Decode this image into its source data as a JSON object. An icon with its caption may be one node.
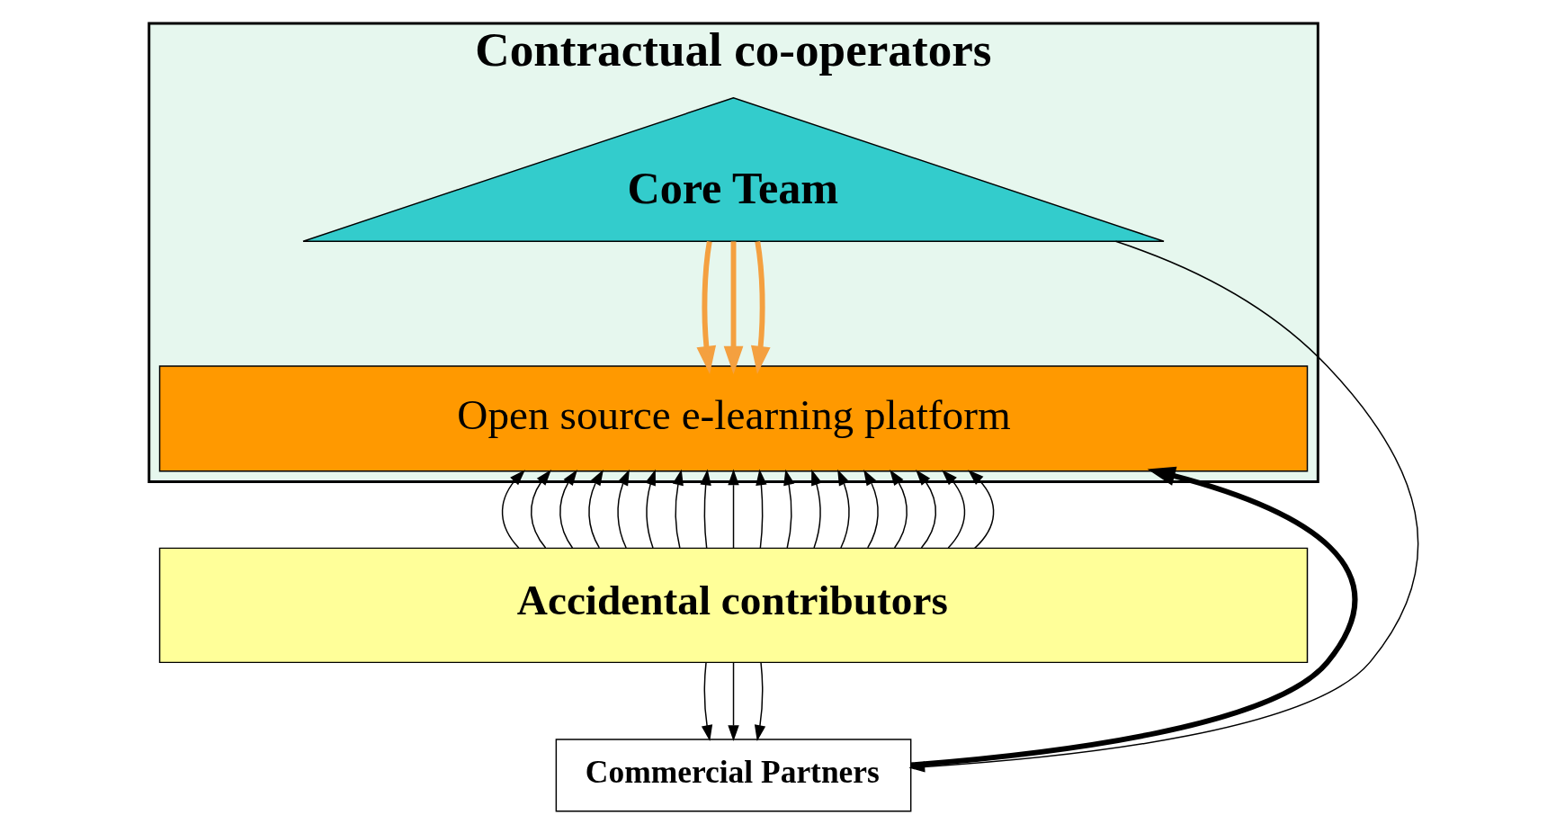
{
  "diagram": {
    "nodes": [
      {
        "text": [
          "Contractual co-operators"
        ]
      },
      {
        "text": [
          "Core Team"
        ],
        "in": 0
      },
      {
        "text": [
          "Open source e-learning platform"
        ],
        "in": 0
      },
      {
        "text": [
          "Accidental contributors"
        ]
      },
      {
        "text": [
          "Commercial Partners"
        ]
      }
    ],
    "edges": [
      {
        "from": 1,
        "to": 2,
        "arrow": "to",
        "style": "thick",
        "color": "#f4a040"
      },
      {
        "from": 1,
        "to": 2,
        "arrow": "to",
        "style": "thick",
        "color": "#f4a040"
      },
      {
        "from": 1,
        "to": 2,
        "arrow": "to",
        "style": "thick",
        "color": "#f4a040"
      },
      {
        "from": 3,
        "to": 2,
        "arrow": "to"
      },
      {
        "from": 3,
        "to": 2,
        "arrow": "to"
      },
      {
        "from": 3,
        "to": 2,
        "arrow": "to"
      },
      {
        "from": 3,
        "to": 2,
        "arrow": "to"
      },
      {
        "from": 3,
        "to": 2,
        "arrow": "to"
      },
      {
        "from": 3,
        "to": 2,
        "arrow": "to"
      },
      {
        "from": 3,
        "to": 2,
        "arrow": "to"
      },
      {
        "from": 3,
        "to": 2,
        "arrow": "to"
      },
      {
        "from": 3,
        "to": 2,
        "arrow": "to"
      },
      {
        "from": 3,
        "to": 2,
        "arrow": "to"
      },
      {
        "from": 3,
        "to": 2,
        "arrow": "to"
      },
      {
        "from": 3,
        "to": 2,
        "arrow": "to"
      },
      {
        "from": 3,
        "to": 2,
        "arrow": "to"
      },
      {
        "from": 3,
        "to": 2,
        "arrow": "to"
      },
      {
        "from": 3,
        "to": 2,
        "arrow": "to"
      },
      {
        "from": 3,
        "to": 2,
        "arrow": "to"
      },
      {
        "from": 3,
        "to": 2,
        "arrow": "to"
      },
      {
        "from": 3,
        "to": 2,
        "arrow": "to"
      },
      {
        "from": 1,
        "to": 4,
        "arrow": "to"
      },
      {
        "from": 4,
        "to": 2,
        "arrow": "to",
        "style": "thick"
      },
      {
        "from": 3,
        "to": 4,
        "arrow": "to"
      },
      {
        "from": 3,
        "to": 4,
        "arrow": "to"
      },
      {
        "from": 3,
        "to": 4,
        "arrow": "to"
      }
    ]
  }
}
